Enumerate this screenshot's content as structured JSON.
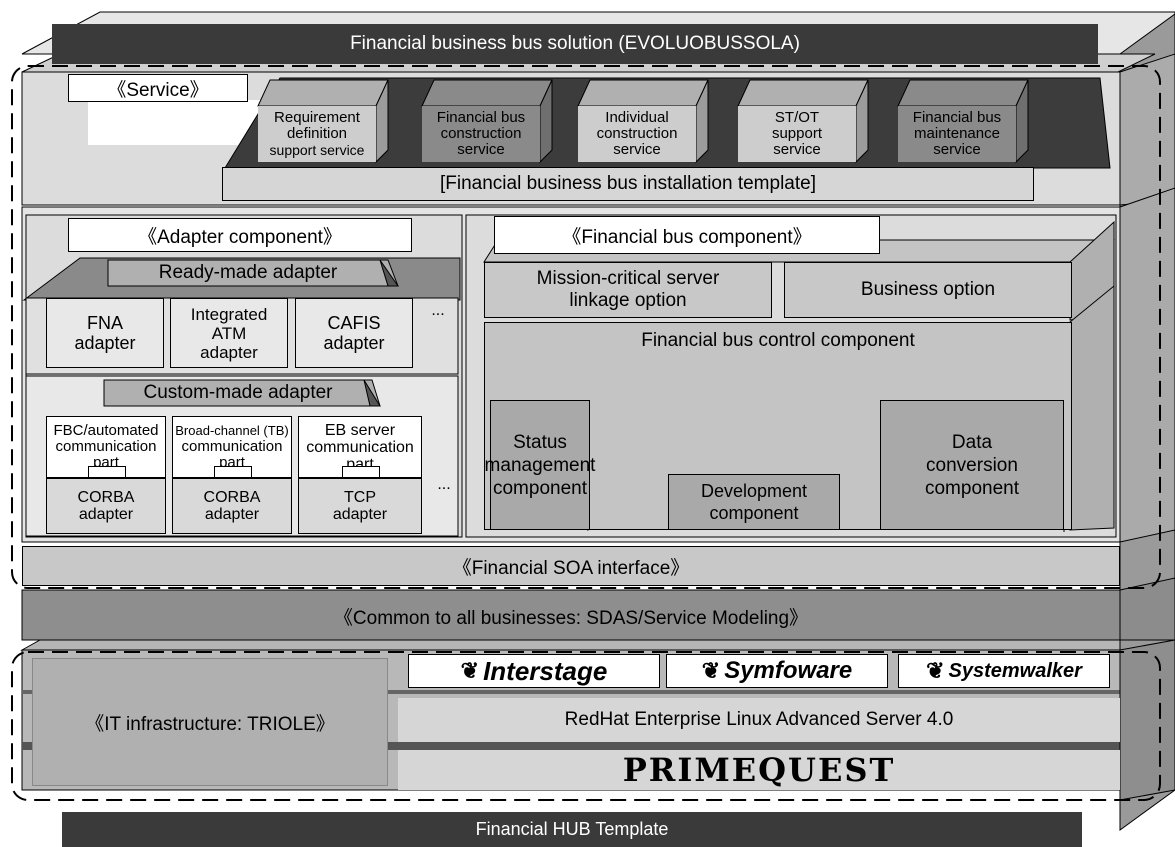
{
  "top_banner": "Financial business bus solution (EVOLUOBUSSOLA)",
  "bottom_banner": "Financial HUB Template",
  "service": {
    "title": "《Service》",
    "items": [
      {
        "lines": [
          "Requirement",
          "definition",
          "support service"
        ]
      },
      {
        "lines": [
          "Financial bus",
          "construction",
          "service"
        ]
      },
      {
        "lines": [
          "Individual",
          "construction",
          "service"
        ]
      },
      {
        "lines": [
          "ST/OT",
          "support",
          "service"
        ]
      },
      {
        "lines": [
          "Financial bus",
          "maintenance",
          "service"
        ]
      }
    ],
    "template": "[Financial business bus installation template]"
  },
  "adapter_component": {
    "title": "《Adapter component》",
    "ready_made": "Ready-made adapter",
    "ready_items": [
      {
        "lines": [
          "FNA",
          "adapter"
        ]
      },
      {
        "lines": [
          "Integrated",
          "ATM",
          "adapter"
        ]
      },
      {
        "lines": [
          "CAFIS",
          "adapter"
        ]
      }
    ],
    "ready_more": "...",
    "custom_made": "Custom-made adapter",
    "custom_items": [
      {
        "top": [
          "FBC/automated",
          "communication",
          "part"
        ],
        "bottom": [
          "CORBA",
          "adapter"
        ]
      },
      {
        "top": [
          "Broad-channel (TB)",
          "communication",
          "part"
        ],
        "bottom": [
          "CORBA",
          "adapter"
        ]
      },
      {
        "top": [
          "EB server",
          "communication",
          "part"
        ],
        "bottom": [
          "TCP",
          "adapter"
        ]
      }
    ],
    "custom_more": "..."
  },
  "financial_bus_component": {
    "title": "《Financial bus component》",
    "mission_critical": [
      "Mission-critical server",
      "linkage option"
    ],
    "business_option": "Business option",
    "control": "Financial bus control component",
    "status": [
      "Status",
      "management",
      "component"
    ],
    "development": [
      "Development",
      "component"
    ],
    "data_conversion": [
      "Data",
      "conversion",
      "component"
    ]
  },
  "soa_interface": "《Financial SOA interface》",
  "common_layer": "《Common to all businesses: SDAS/Service Modeling》",
  "it_infrastructure": "《IT infrastructure: TRIOLE》",
  "middleware": [
    "Interstage",
    "Symfoware",
    "Systemwalker"
  ],
  "os": "RedHat Enterprise Linux Advanced Server 4.0",
  "hardware": "PRIMEQUEST"
}
